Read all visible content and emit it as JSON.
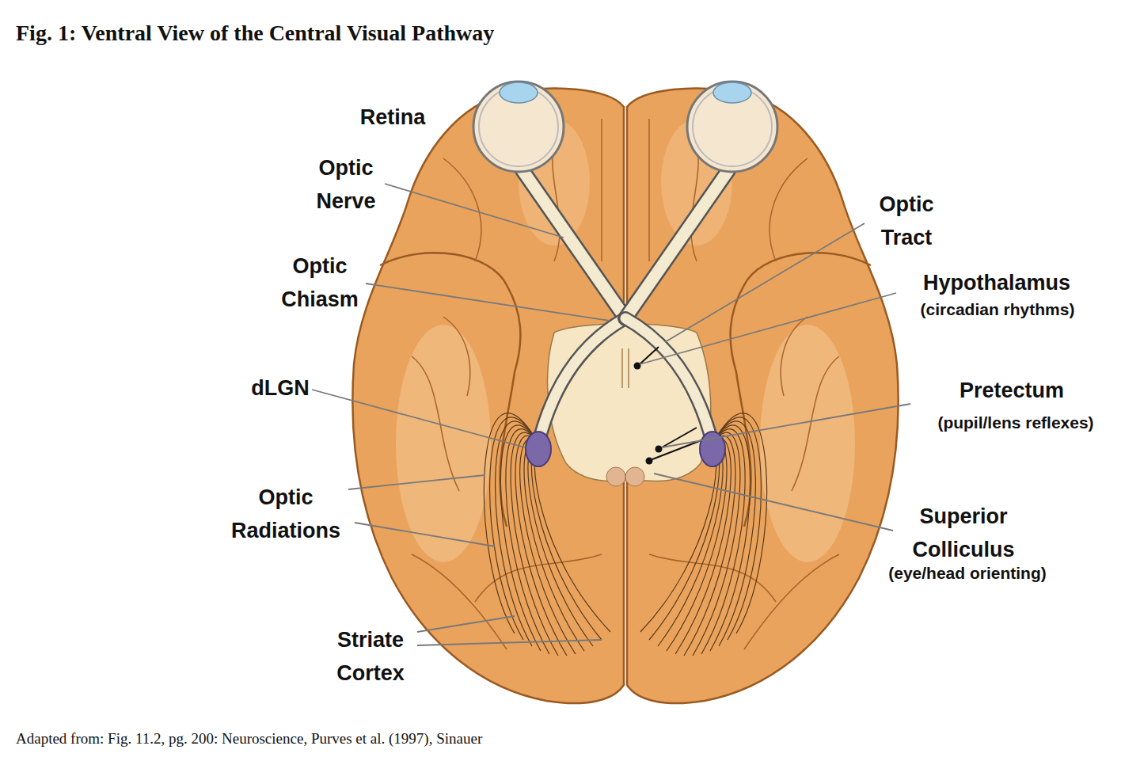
{
  "diagram": {
    "title": "Fig. 1: Ventral View of the Central Visual Pathway",
    "caption": "Adapted from: Fig. 11.2, pg. 200: Neuroscience, Purves et al. (1997), Sinauer",
    "labels": [
      "Retina",
      "Optic Nerve",
      "Optic Chiasm",
      "dLGN",
      "Optic Radiations",
      "Striate Cortex",
      "Optic Tract",
      "Hypothalamus",
      "(circadian rhythms)",
      "Pretectum",
      "(pupil/lens reflexes)",
      "Superior Colliculus",
      "(eye/head orienting)"
    ]
  }
}
